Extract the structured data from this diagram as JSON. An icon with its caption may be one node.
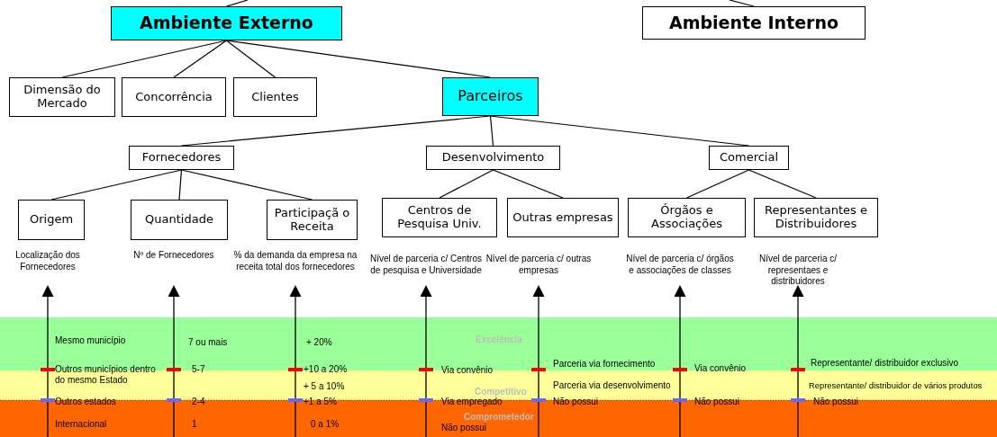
{
  "diagram": {
    "nodes": [
      {
        "text": [
          "Ambiente Externo"
        ]
      },
      {
        "text": [
          "Ambiente Interno"
        ]
      },
      {
        "text": [
          "Dimensão do Mercado"
        ]
      },
      {
        "text": [
          "Concorrência"
        ]
      },
      {
        "text": [
          "Clientes"
        ]
      },
      {
        "text": [
          "Parceiros"
        ]
      },
      {
        "text": [
          "Fornecedores"
        ]
      },
      {
        "text": [
          "Desenvolvimento"
        ]
      },
      {
        "text": [
          "Comercial"
        ]
      },
      {
        "text": [
          "Origem"
        ],
        "beside": [
          "Localização dos Fornecedores"
        ]
      },
      {
        "text": [
          "Quantidade"
        ],
        "beside": [
          "Nº de Fornecedores"
        ]
      },
      {
        "text": [
          "Participaçã o Receita"
        ],
        "beside": [
          "% da demanda da empresa na receita total dos fornecedores"
        ]
      },
      {
        "text": [
          "Centros de Pesquisa Univ."
        ],
        "beside": [
          "Nível de parceria c/ Centros de pesquisa e Universidade"
        ]
      },
      {
        "text": [
          "Outras empresas"
        ],
        "beside": [
          "Nível de parceria c/ outras empresas"
        ]
      },
      {
        "text": [
          "Órgãos e Associações"
        ],
        "beside": [
          "Nível de parceria c/ órgãos e associações de classes"
        ]
      },
      {
        "text": [
          "Representantes e Distribuidores"
        ],
        "beside": [
          "Nível de parceria c/ representaes e distribuidores"
        ]
      }
    ],
    "edges": [
      {
        "from": null,
        "to": 0,
        "arrow": "none"
      },
      {
        "from": null,
        "to": 1,
        "arrow": "none"
      },
      {
        "from": 0,
        "to": 2,
        "arrow": "none"
      },
      {
        "from": 0,
        "to": 3,
        "arrow": "none"
      },
      {
        "from": 0,
        "to": 4,
        "arrow": "none"
      },
      {
        "from": 0,
        "to": 5,
        "arrow": "none"
      },
      {
        "from": 5,
        "to": 6,
        "arrow": "none"
      },
      {
        "from": 5,
        "to": 7,
        "arrow": "none"
      },
      {
        "from": 5,
        "to": 8,
        "arrow": "none"
      },
      {
        "from": 6,
        "to": 9,
        "arrow": "none"
      },
      {
        "from": 6,
        "to": 10,
        "arrow": "none"
      },
      {
        "from": 6,
        "to": 11,
        "arrow": "none"
      },
      {
        "from": 7,
        "to": 12,
        "arrow": "none"
      },
      {
        "from": 7,
        "to": 13,
        "arrow": "none"
      },
      {
        "from": 8,
        "to": 14,
        "arrow": "none"
      },
      {
        "from": 8,
        "to": 15,
        "arrow": "none"
      }
    ],
    "labels": [
      "Mesmo município",
      "7 ou mais",
      "+ 20%",
      "Excelência",
      "Parceria via fornecimento",
      "Representante/ distribuidor exclusivo",
      "Outros municípios dentro do mesmo Estado",
      "5-7",
      "+10 a 20%",
      "Via convênio",
      "Via convênio",
      "+ 5 a 10%",
      "Parceria via desenvolvimento",
      "Representante/ distribuidor de vários produtos",
      "Competitivo",
      "Outros estados",
      "2-4",
      "+1 a 5%",
      "Via empregado",
      "Não possui",
      "Não possui",
      "Não possui",
      "Comprometedor",
      "Internacional",
      "1",
      "0 a 1%",
      "Não possui"
    ]
  }
}
